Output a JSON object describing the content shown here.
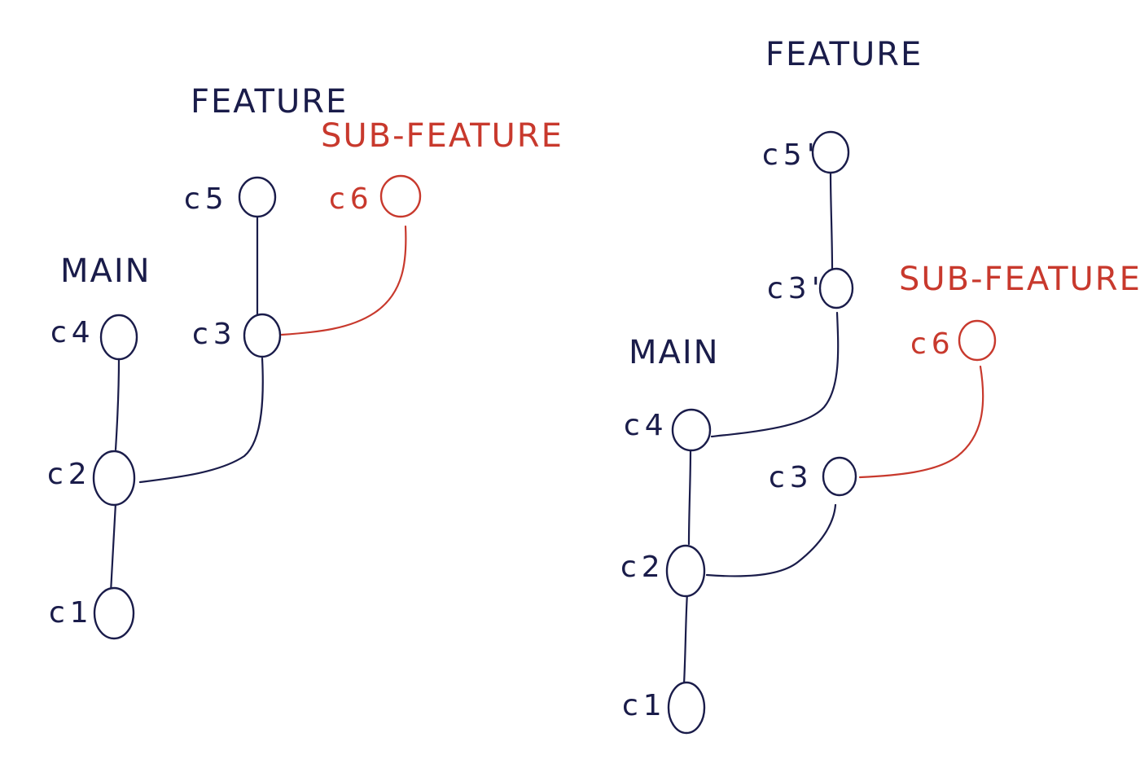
{
  "colors": {
    "ink": "#1a1c4a",
    "red": "#c8392d"
  },
  "diagrams": [
    {
      "branches": {
        "feature": "FEATURE",
        "sub_feature": "SUB-FEATURE",
        "main": "MAIN"
      },
      "commits": {
        "c1": "c1",
        "c2": "c2",
        "c3": "c3",
        "c4": "c4",
        "c5": "c5",
        "c6": "c6"
      }
    },
    {
      "branches": {
        "feature": "FEATURE",
        "sub_feature": "SUB-FEATURE",
        "main": "MAIN"
      },
      "commits": {
        "c1": "c1",
        "c2": "c2",
        "c3": "c3",
        "c3p": "c3'",
        "c4": "c4",
        "c5p": "c5'",
        "c6": "c6"
      }
    }
  ]
}
